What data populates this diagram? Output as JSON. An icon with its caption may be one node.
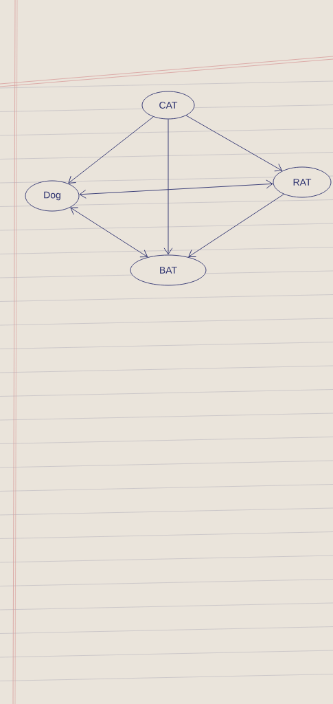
{
  "diagram": {
    "nodes": [
      {
        "text": [
          "CAT"
        ]
      },
      {
        "text": [
          "Dog"
        ]
      },
      {
        "text": [
          "RAT"
        ]
      },
      {
        "text": [
          "BAT"
        ]
      }
    ],
    "edges": [
      {
        "from": 0,
        "to": 1,
        "arrow": "to"
      },
      {
        "from": 0,
        "to": 2,
        "arrow": "to"
      },
      {
        "from": 0,
        "to": 3,
        "arrow": "to"
      },
      {
        "from": 1,
        "to": 2,
        "arrow": "both"
      },
      {
        "from": 1,
        "to": 3,
        "arrow": "both"
      },
      {
        "from": 2,
        "to": 3,
        "arrow": "to"
      }
    ]
  }
}
